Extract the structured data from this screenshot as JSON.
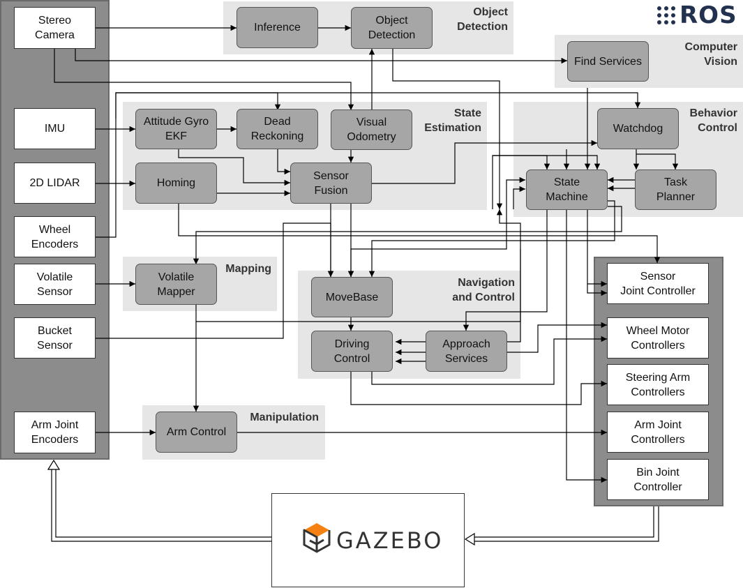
{
  "regions": {
    "object_detection": "Object\nDetection",
    "computer_vision": "Computer\nVision",
    "state_estimation": "State\nEstimation",
    "behavior_control": "Behavior\nControl",
    "mapping": "Mapping",
    "navigation_control": "Navigation\nand Control",
    "manipulation": "Manipulation"
  },
  "sensors": {
    "stereo_camera": "Stereo\nCamera",
    "imu": "IMU",
    "lidar": "2D LIDAR",
    "wheel_encoders": "Wheel\nEncoders",
    "volatile_sensor": "Volatile\nSensor",
    "bucket_sensor": "Bucket\nSensor",
    "arm_joint_encoders": "Arm Joint\nEncoders"
  },
  "nodes": {
    "inference": "Inference",
    "object_detection": "Object\nDetection",
    "find_services": "Find Services",
    "attitude_gyro_ekf": "Attitude Gyro\nEKF",
    "dead_reckoning": "Dead\nReckoning",
    "visual_odometry": "Visual\nOdometry",
    "homing": "Homing",
    "sensor_fusion": "Sensor\nFusion",
    "watchdog": "Watchdog",
    "state_machine": "State\nMachine",
    "task_planner": "Task\nPlanner",
    "volatile_mapper": "Volatile\nMapper",
    "movebase": "MoveBase",
    "driving_control": "Driving\nControl",
    "approach_services": "Approach\nServices",
    "arm_control": "Arm Control"
  },
  "controllers": {
    "sensor_joint_controller": "Sensor\nJoint Controller",
    "wheel_motor_controllers": "Wheel Motor\nControllers",
    "steering_arm_controllers": "Steering Arm\nControllers",
    "arm_joint_controllers": "Arm Joint\nControllers",
    "bin_joint_controller": "Bin Joint\nController"
  },
  "logos": {
    "ros": "ROS",
    "gazebo": "GAZEBO"
  },
  "colors": {
    "region_bg": "#e6e6e6",
    "node_bg": "#a6a6a6",
    "panel_bg": "#8c8c8c",
    "ros_blue": "#22314e",
    "gazebo_orange": "#f58113"
  }
}
